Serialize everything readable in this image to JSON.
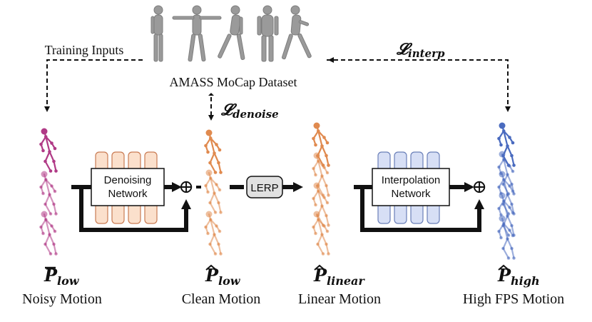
{
  "dataset": {
    "label": "AMASS MoCap Dataset"
  },
  "training_inputs": {
    "label": "Training Inputs"
  },
  "losses": {
    "denoise": {
      "symbol": "𝓛",
      "subscript": "denoise"
    },
    "interp": {
      "symbol": "𝓛",
      "subscript": "interp"
    }
  },
  "modules": {
    "denoising": {
      "line1": "Denoising",
      "line2": "Network",
      "fill": "#fbe0cc",
      "border": "#c97b53"
    },
    "lerp": {
      "label": "LERP"
    },
    "interpolation": {
      "line1": "Interpolation",
      "line2": "Network",
      "fill": "#d7dff5",
      "border": "#6a7fb8"
    }
  },
  "stages": [
    {
      "symbol": "P",
      "subscript": "low",
      "accent": "bar",
      "caption": "Noisy Motion",
      "color": "#b03a86"
    },
    {
      "symbol": "P",
      "subscript": "low",
      "accent": "hat",
      "caption": "Clean Motion",
      "color": "#e08a4f"
    },
    {
      "symbol": "P",
      "subscript": "linear",
      "accent": "hat",
      "caption": "Linear Motion",
      "color": "#e08a4f"
    },
    {
      "symbol": "P",
      "subscript": "high",
      "accent": "hat",
      "caption": "High FPS Motion",
      "color": "#4a6bbf"
    }
  ],
  "plus_symbol": "⊕"
}
